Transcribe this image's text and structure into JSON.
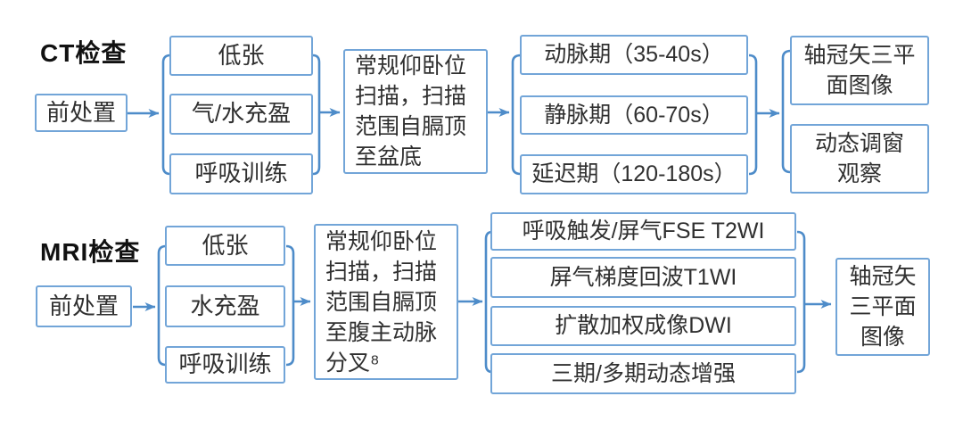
{
  "colors": {
    "box_border": "#72a5d8",
    "connector": "#4e8cc9",
    "text": "#303030",
    "title_text": "#111111",
    "background": "#ffffff"
  },
  "ct": {
    "title": "CT检查",
    "pre": "前处置",
    "prep": [
      "低张",
      "气/水充盈",
      "呼吸训练"
    ],
    "scan_lines": [
      "常规仰卧位",
      "扫描，扫描",
      "范围自膈顶",
      "至盆底"
    ],
    "phases": [
      "动脉期（35-40s）",
      "静脉期（60-70s）",
      "延迟期（120-180s）"
    ],
    "output1_lines": [
      "轴冠矢三平",
      "面图像"
    ],
    "output2_lines": [
      "动态调窗",
      "观察"
    ]
  },
  "mri": {
    "title": "MRI检查",
    "pre": "前处置",
    "prep": [
      "低张",
      "水充盈",
      "呼吸训练"
    ],
    "scan_lines": [
      "常规仰卧位",
      "扫描，扫描",
      "范围自膈顶",
      "至腹主动脉",
      "分叉⁸"
    ],
    "sequences": [
      "呼吸触发/屏气FSE T2WI",
      "屏气梯度回波T1WI",
      "扩散加权成像DWI",
      "三期/多期动态增强"
    ],
    "output_lines": [
      "轴冠矢",
      "三平面",
      "图像"
    ]
  }
}
